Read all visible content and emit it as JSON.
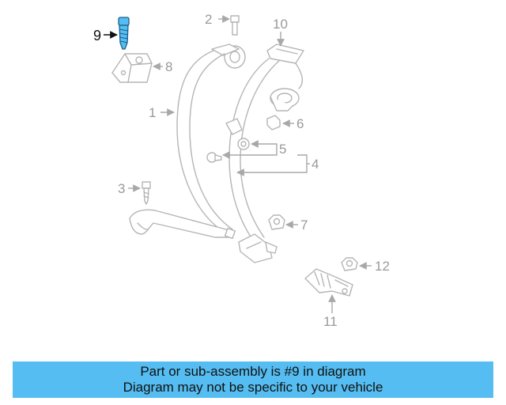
{
  "diagram": {
    "highlight_color": "#55bdf1",
    "labels": {
      "part_1": "1",
      "part_2": "2",
      "part_3": "3",
      "part_4": "4",
      "part_5": "5",
      "part_6": "6",
      "part_7": "7",
      "part_8": "8",
      "part_9": "9",
      "part_10": "10",
      "part_11": "11",
      "part_12": "12"
    }
  },
  "banner": {
    "line1": "Part or sub-assembly is #9 in diagram",
    "line2": "Diagram may not be specific to your vehicle",
    "background": "#55bdf1"
  }
}
